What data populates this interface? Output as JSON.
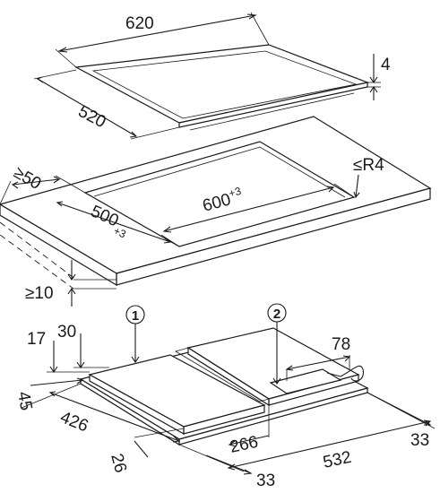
{
  "hob_dimensions": {
    "width": "620",
    "depth": "520",
    "thickness": "4"
  },
  "cutout_dimensions": {
    "front_clearance": "≥50",
    "corner_radius": "≤R4",
    "width_main": "600",
    "width_tolerance": "+3",
    "depth_main": "500",
    "depth_tolerance": "+3",
    "worktop_clearance": "≥10"
  },
  "installation_dimensions": {
    "callout_1": "1",
    "callout_2": "2",
    "offset_17": "17",
    "offset_30": "30",
    "front_45": "45",
    "depth_426": "426",
    "offset_26": "26",
    "width_266": "266",
    "width_532": "532",
    "right_33": "33",
    "bottom_33": "33",
    "connector_78": "78"
  }
}
